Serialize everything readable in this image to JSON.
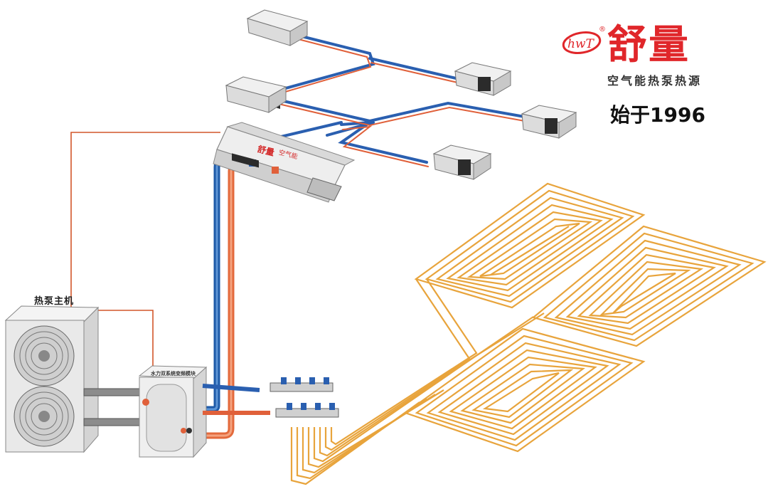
{
  "brand": {
    "name": "舒量",
    "subtitle": "空气能热泵热源",
    "since": "始于1996",
    "logo_text": "hwT",
    "registered_mark": "®",
    "color": "#e0262a"
  },
  "labels": {
    "heat_pump_unit": "热泵主机",
    "module": "水力双系统变频模块",
    "fcu_brand": "舒量",
    "fcu_sub": "空气能"
  },
  "colors": {
    "supply_pipe": "#e8633a",
    "return_pipe": "#2a6bb8",
    "floor_pipe": "#e8a43c",
    "wire": "#d2562a"
  }
}
